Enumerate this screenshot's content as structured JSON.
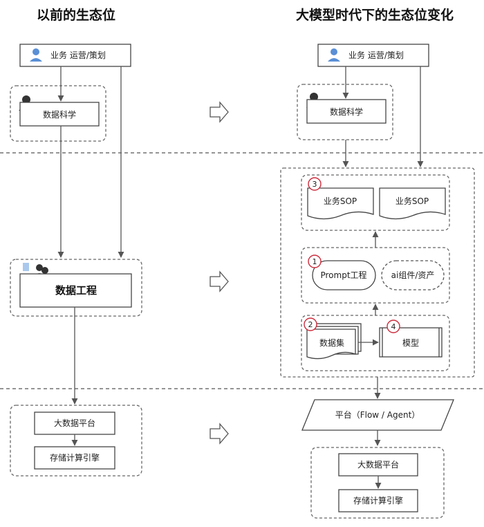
{
  "titles": {
    "before": "以前的生态位",
    "after": "大模型时代下的生态位变化"
  },
  "before": {
    "business": "业务 运营/策划",
    "data_science": "数据科学",
    "data_engineering": "数据工程",
    "big_data_platform": "大数据平台",
    "storage_engine": "存储计算引擎"
  },
  "after": {
    "business": "业务 运营/策划",
    "data_science": "数据科学",
    "sop_1": "业务SOP",
    "sop_2": "业务SOP",
    "prompt_engineering": "Prompt工程",
    "ai_components": "ai组件/资产",
    "dataset": "数据集",
    "model": "模型",
    "platform": "平台（Flow / Agent）",
    "big_data_platform": "大数据平台",
    "storage_engine": "存储计算引擎"
  },
  "badges": {
    "sop": "3",
    "prompt": "1",
    "dataset": "2",
    "model": "4"
  },
  "icons": {
    "person": "person-icon",
    "user_search": "user-search-icon",
    "team": "team-icon",
    "transition": "hollow-right-arrow-icon"
  },
  "colors": {
    "badge_ring": "#cc2b3b",
    "person_blue": "#5a8fd6"
  }
}
